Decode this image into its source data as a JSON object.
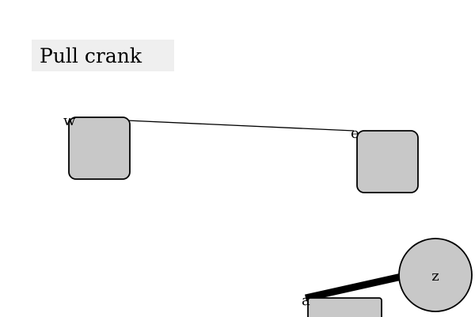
{
  "title": "Pull crank",
  "colors": {
    "box_fill": "#c8c8c8",
    "stroke": "#000000",
    "title_bg": "#efefef"
  },
  "nodes": {
    "w": {
      "label": "w"
    },
    "e": {
      "label": "e"
    },
    "z": {
      "label": "z"
    },
    "a": {
      "label": "a"
    }
  }
}
